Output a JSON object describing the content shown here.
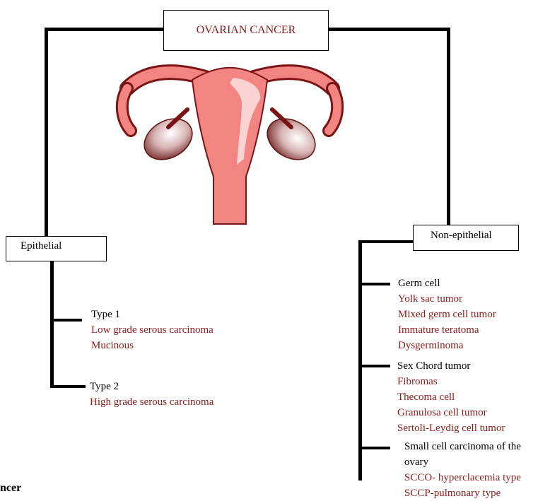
{
  "colors": {
    "accent": "#8b1a1a",
    "line": "#000000",
    "uterus_fill": "#f28582",
    "uterus_outline": "#7a1515"
  },
  "icons": {
    "uterus": "uterus-ovaries-illustration"
  },
  "root": {
    "label": "OVARIAN CANCER"
  },
  "epithelial": {
    "label": "Epithelial",
    "groups": [
      {
        "title": "Type 1",
        "items": [
          "Low grade serous carcinoma",
          "Mucinous"
        ]
      },
      {
        "title": "Type 2",
        "items": [
          "High grade serous carcinoma"
        ]
      }
    ]
  },
  "non_epithelial": {
    "label": "Non-epithelial",
    "groups": [
      {
        "title": "Germ cell",
        "items": [
          "Yolk sac tumor",
          "Mixed germ cell tumor",
          "Immature teratoma",
          "Dysgerminoma"
        ]
      },
      {
        "title": "Sex Chord tumor",
        "items": [
          "Fibromas",
          "Thecoma cell",
          "Granulosa cell tumor",
          "Sertoli-Leydig cell tumor"
        ]
      },
      {
        "title_line1": "Small cell carcinoma of the",
        "title_line2": "ovary",
        "items": [
          "SCCO- hyperclacemia type",
          "SCCP-pulmonary type"
        ]
      }
    ]
  },
  "caption_fragment": "ncer"
}
